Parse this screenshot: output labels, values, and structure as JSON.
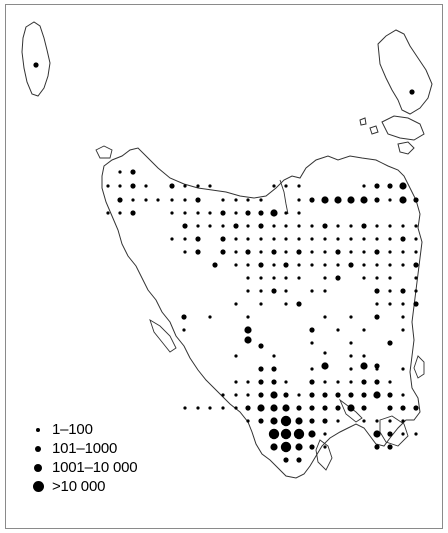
{
  "map": {
    "background": "#ffffff",
    "coast_color": "#333333",
    "dot_color": "#000000"
  },
  "legend": {
    "items": [
      {
        "label": "1–100",
        "size_class": 1
      },
      {
        "label": "101–1000",
        "size_class": 2
      },
      {
        "label": "1001–10 000",
        "size_class": 3
      },
      {
        "label": ">10 000",
        "size_class": 4
      }
    ]
  },
  "occurrence_dots": [
    [
      120,
      172,
      1
    ],
    [
      133,
      172,
      2
    ],
    [
      108,
      186,
      1
    ],
    [
      120,
      186,
      1
    ],
    [
      133,
      186,
      2
    ],
    [
      146,
      186,
      1
    ],
    [
      120,
      200,
      2
    ],
    [
      133,
      200,
      1
    ],
    [
      146,
      200,
      1
    ],
    [
      158,
      200,
      1
    ],
    [
      108,
      213,
      1
    ],
    [
      120,
      213,
      1
    ],
    [
      133,
      213,
      2
    ],
    [
      172,
      186,
      2
    ],
    [
      185,
      186,
      1
    ],
    [
      198,
      186,
      1
    ],
    [
      210,
      186,
      1
    ],
    [
      172,
      200,
      1
    ],
    [
      185,
      200,
      1
    ],
    [
      198,
      200,
      2
    ],
    [
      172,
      213,
      1
    ],
    [
      185,
      213,
      1
    ],
    [
      198,
      213,
      1
    ],
    [
      210,
      213,
      1
    ],
    [
      223,
      200,
      1
    ],
    [
      236,
      200,
      1
    ],
    [
      248,
      200,
      1
    ],
    [
      261,
      200,
      1
    ],
    [
      274,
      186,
      1
    ],
    [
      286,
      186,
      1
    ],
    [
      299,
      186,
      1
    ],
    [
      299,
      200,
      1
    ],
    [
      223,
      213,
      2
    ],
    [
      236,
      213,
      1
    ],
    [
      248,
      213,
      2
    ],
    [
      261,
      213,
      2
    ],
    [
      274,
      213,
      3
    ],
    [
      286,
      213,
      1
    ],
    [
      299,
      213,
      1
    ],
    [
      312,
      200,
      2
    ],
    [
      325,
      200,
      3
    ],
    [
      338,
      200,
      3
    ],
    [
      351,
      200,
      3
    ],
    [
      364,
      200,
      3
    ],
    [
      377,
      200,
      2
    ],
    [
      390,
      200,
      1
    ],
    [
      403,
      200,
      3
    ],
    [
      416,
      200,
      2
    ],
    [
      403,
      186,
      3
    ],
    [
      390,
      186,
      2
    ],
    [
      377,
      186,
      2
    ],
    [
      364,
      186,
      1
    ],
    [
      185,
      226,
      2
    ],
    [
      198,
      226,
      1
    ],
    [
      210,
      226,
      1
    ],
    [
      223,
      226,
      1
    ],
    [
      236,
      226,
      2
    ],
    [
      248,
      226,
      1
    ],
    [
      261,
      226,
      2
    ],
    [
      274,
      226,
      1
    ],
    [
      286,
      226,
      1
    ],
    [
      299,
      226,
      1
    ],
    [
      312,
      226,
      1
    ],
    [
      325,
      226,
      2
    ],
    [
      338,
      226,
      1
    ],
    [
      351,
      226,
      1
    ],
    [
      364,
      226,
      2
    ],
    [
      377,
      226,
      1
    ],
    [
      390,
      226,
      1
    ],
    [
      403,
      226,
      1
    ],
    [
      416,
      226,
      1
    ],
    [
      172,
      239,
      1
    ],
    [
      185,
      239,
      1
    ],
    [
      198,
      239,
      2
    ],
    [
      223,
      239,
      2
    ],
    [
      236,
      239,
      1
    ],
    [
      248,
      239,
      1
    ],
    [
      261,
      239,
      1
    ],
    [
      274,
      239,
      1
    ],
    [
      286,
      239,
      1
    ],
    [
      299,
      239,
      1
    ],
    [
      312,
      239,
      1
    ],
    [
      325,
      239,
      1
    ],
    [
      338,
      239,
      1
    ],
    [
      351,
      239,
      1
    ],
    [
      364,
      239,
      1
    ],
    [
      377,
      239,
      1
    ],
    [
      390,
      239,
      1
    ],
    [
      403,
      239,
      2
    ],
    [
      416,
      239,
      1
    ],
    [
      185,
      252,
      1
    ],
    [
      198,
      252,
      2
    ],
    [
      223,
      252,
      2
    ],
    [
      236,
      252,
      1
    ],
    [
      248,
      252,
      2
    ],
    [
      261,
      252,
      1
    ],
    [
      274,
      252,
      2
    ],
    [
      286,
      252,
      1
    ],
    [
      299,
      252,
      2
    ],
    [
      312,
      252,
      1
    ],
    [
      325,
      252,
      1
    ],
    [
      338,
      252,
      2
    ],
    [
      351,
      252,
      1
    ],
    [
      364,
      252,
      1
    ],
    [
      377,
      252,
      2
    ],
    [
      390,
      252,
      1
    ],
    [
      403,
      252,
      1
    ],
    [
      416,
      252,
      1
    ],
    [
      215,
      265,
      2
    ],
    [
      236,
      265,
      1
    ],
    [
      248,
      265,
      1
    ],
    [
      261,
      265,
      2
    ],
    [
      274,
      265,
      1
    ],
    [
      286,
      265,
      2
    ],
    [
      299,
      265,
      1
    ],
    [
      312,
      265,
      1
    ],
    [
      325,
      265,
      1
    ],
    [
      338,
      265,
      1
    ],
    [
      351,
      265,
      2
    ],
    [
      364,
      265,
      1
    ],
    [
      377,
      265,
      1
    ],
    [
      390,
      265,
      1
    ],
    [
      403,
      265,
      1
    ],
    [
      416,
      265,
      2
    ],
    [
      248,
      278,
      1
    ],
    [
      261,
      278,
      1
    ],
    [
      274,
      278,
      1
    ],
    [
      286,
      278,
      1
    ],
    [
      299,
      278,
      1
    ],
    [
      325,
      278,
      1
    ],
    [
      338,
      278,
      2
    ],
    [
      364,
      278,
      1
    ],
    [
      377,
      278,
      1
    ],
    [
      390,
      278,
      1
    ],
    [
      416,
      278,
      1
    ],
    [
      248,
      291,
      1
    ],
    [
      261,
      291,
      1
    ],
    [
      274,
      291,
      2
    ],
    [
      286,
      291,
      1
    ],
    [
      312,
      291,
      1
    ],
    [
      325,
      291,
      1
    ],
    [
      377,
      291,
      2
    ],
    [
      390,
      291,
      1
    ],
    [
      403,
      291,
      2
    ],
    [
      416,
      291,
      1
    ],
    [
      236,
      304,
      1
    ],
    [
      261,
      304,
      1
    ],
    [
      286,
      304,
      1
    ],
    [
      299,
      304,
      2
    ],
    [
      377,
      304,
      1
    ],
    [
      390,
      304,
      1
    ],
    [
      403,
      304,
      1
    ],
    [
      416,
      304,
      2
    ],
    [
      184,
      317,
      2
    ],
    [
      210,
      317,
      1
    ],
    [
      248,
      317,
      1
    ],
    [
      325,
      317,
      1
    ],
    [
      351,
      317,
      1
    ],
    [
      377,
      317,
      2
    ],
    [
      403,
      317,
      1
    ],
    [
      184,
      330,
      1
    ],
    [
      248,
      330,
      3
    ],
    [
      312,
      330,
      2
    ],
    [
      338,
      330,
      1
    ],
    [
      364,
      330,
      1
    ],
    [
      403,
      330,
      1
    ],
    [
      248,
      340,
      3
    ],
    [
      312,
      343,
      1
    ],
    [
      351,
      343,
      1
    ],
    [
      390,
      343,
      2
    ],
    [
      261,
      346,
      2
    ],
    [
      325,
      353,
      1
    ],
    [
      236,
      356,
      1
    ],
    [
      351,
      356,
      1
    ],
    [
      364,
      356,
      1
    ],
    [
      274,
      356,
      1
    ],
    [
      325,
      366,
      3
    ],
    [
      364,
      366,
      3
    ],
    [
      377,
      366,
      2
    ],
    [
      261,
      369,
      2
    ],
    [
      274,
      369,
      2
    ],
    [
      312,
      369,
      1
    ],
    [
      351,
      369,
      1
    ],
    [
      377,
      369,
      1
    ],
    [
      403,
      369,
      1
    ],
    [
      236,
      382,
      1
    ],
    [
      248,
      382,
      1
    ],
    [
      261,
      382,
      2
    ],
    [
      274,
      382,
      2
    ],
    [
      286,
      382,
      1
    ],
    [
      312,
      382,
      2
    ],
    [
      325,
      382,
      1
    ],
    [
      338,
      382,
      1
    ],
    [
      351,
      382,
      1
    ],
    [
      364,
      382,
      2
    ],
    [
      377,
      382,
      2
    ],
    [
      390,
      382,
      1
    ],
    [
      223,
      395,
      1
    ],
    [
      236,
      395,
      1
    ],
    [
      248,
      395,
      1
    ],
    [
      261,
      395,
      2
    ],
    [
      274,
      395,
      3
    ],
    [
      286,
      395,
      2
    ],
    [
      299,
      395,
      1
    ],
    [
      312,
      395,
      2
    ],
    [
      325,
      395,
      2
    ],
    [
      338,
      395,
      2
    ],
    [
      351,
      395,
      2
    ],
    [
      364,
      395,
      2
    ],
    [
      377,
      395,
      3
    ],
    [
      390,
      395,
      2
    ],
    [
      403,
      395,
      1
    ],
    [
      185,
      408,
      1
    ],
    [
      198,
      408,
      1
    ],
    [
      210,
      408,
      1
    ],
    [
      223,
      408,
      1
    ],
    [
      236,
      408,
      1
    ],
    [
      248,
      408,
      2
    ],
    [
      261,
      408,
      3
    ],
    [
      274,
      408,
      3
    ],
    [
      286,
      408,
      3
    ],
    [
      299,
      408,
      2
    ],
    [
      312,
      408,
      2
    ],
    [
      325,
      408,
      2
    ],
    [
      338,
      408,
      2
    ],
    [
      351,
      408,
      3
    ],
    [
      364,
      408,
      2
    ],
    [
      390,
      408,
      2
    ],
    [
      403,
      408,
      2
    ],
    [
      416,
      408,
      2
    ],
    [
      248,
      421,
      1
    ],
    [
      261,
      421,
      2
    ],
    [
      274,
      421,
      3
    ],
    [
      286,
      421,
      4
    ],
    [
      299,
      421,
      3
    ],
    [
      312,
      421,
      2
    ],
    [
      325,
      421,
      2
    ],
    [
      338,
      421,
      1
    ],
    [
      364,
      421,
      1
    ],
    [
      377,
      421,
      1
    ],
    [
      390,
      421,
      1
    ],
    [
      403,
      421,
      1
    ],
    [
      274,
      434,
      4
    ],
    [
      286,
      434,
      4
    ],
    [
      299,
      434,
      4
    ],
    [
      312,
      434,
      3
    ],
    [
      325,
      434,
      1
    ],
    [
      377,
      434,
      3
    ],
    [
      390,
      434,
      2
    ],
    [
      403,
      434,
      1
    ],
    [
      416,
      434,
      1
    ],
    [
      274,
      447,
      3
    ],
    [
      286,
      447,
      4
    ],
    [
      299,
      447,
      3
    ],
    [
      312,
      447,
      2
    ],
    [
      325,
      447,
      1
    ],
    [
      377,
      447,
      2
    ],
    [
      390,
      447,
      2
    ],
    [
      286,
      460,
      2
    ],
    [
      299,
      460,
      2
    ],
    [
      36,
      65,
      2
    ],
    [
      412,
      92,
      2
    ]
  ]
}
